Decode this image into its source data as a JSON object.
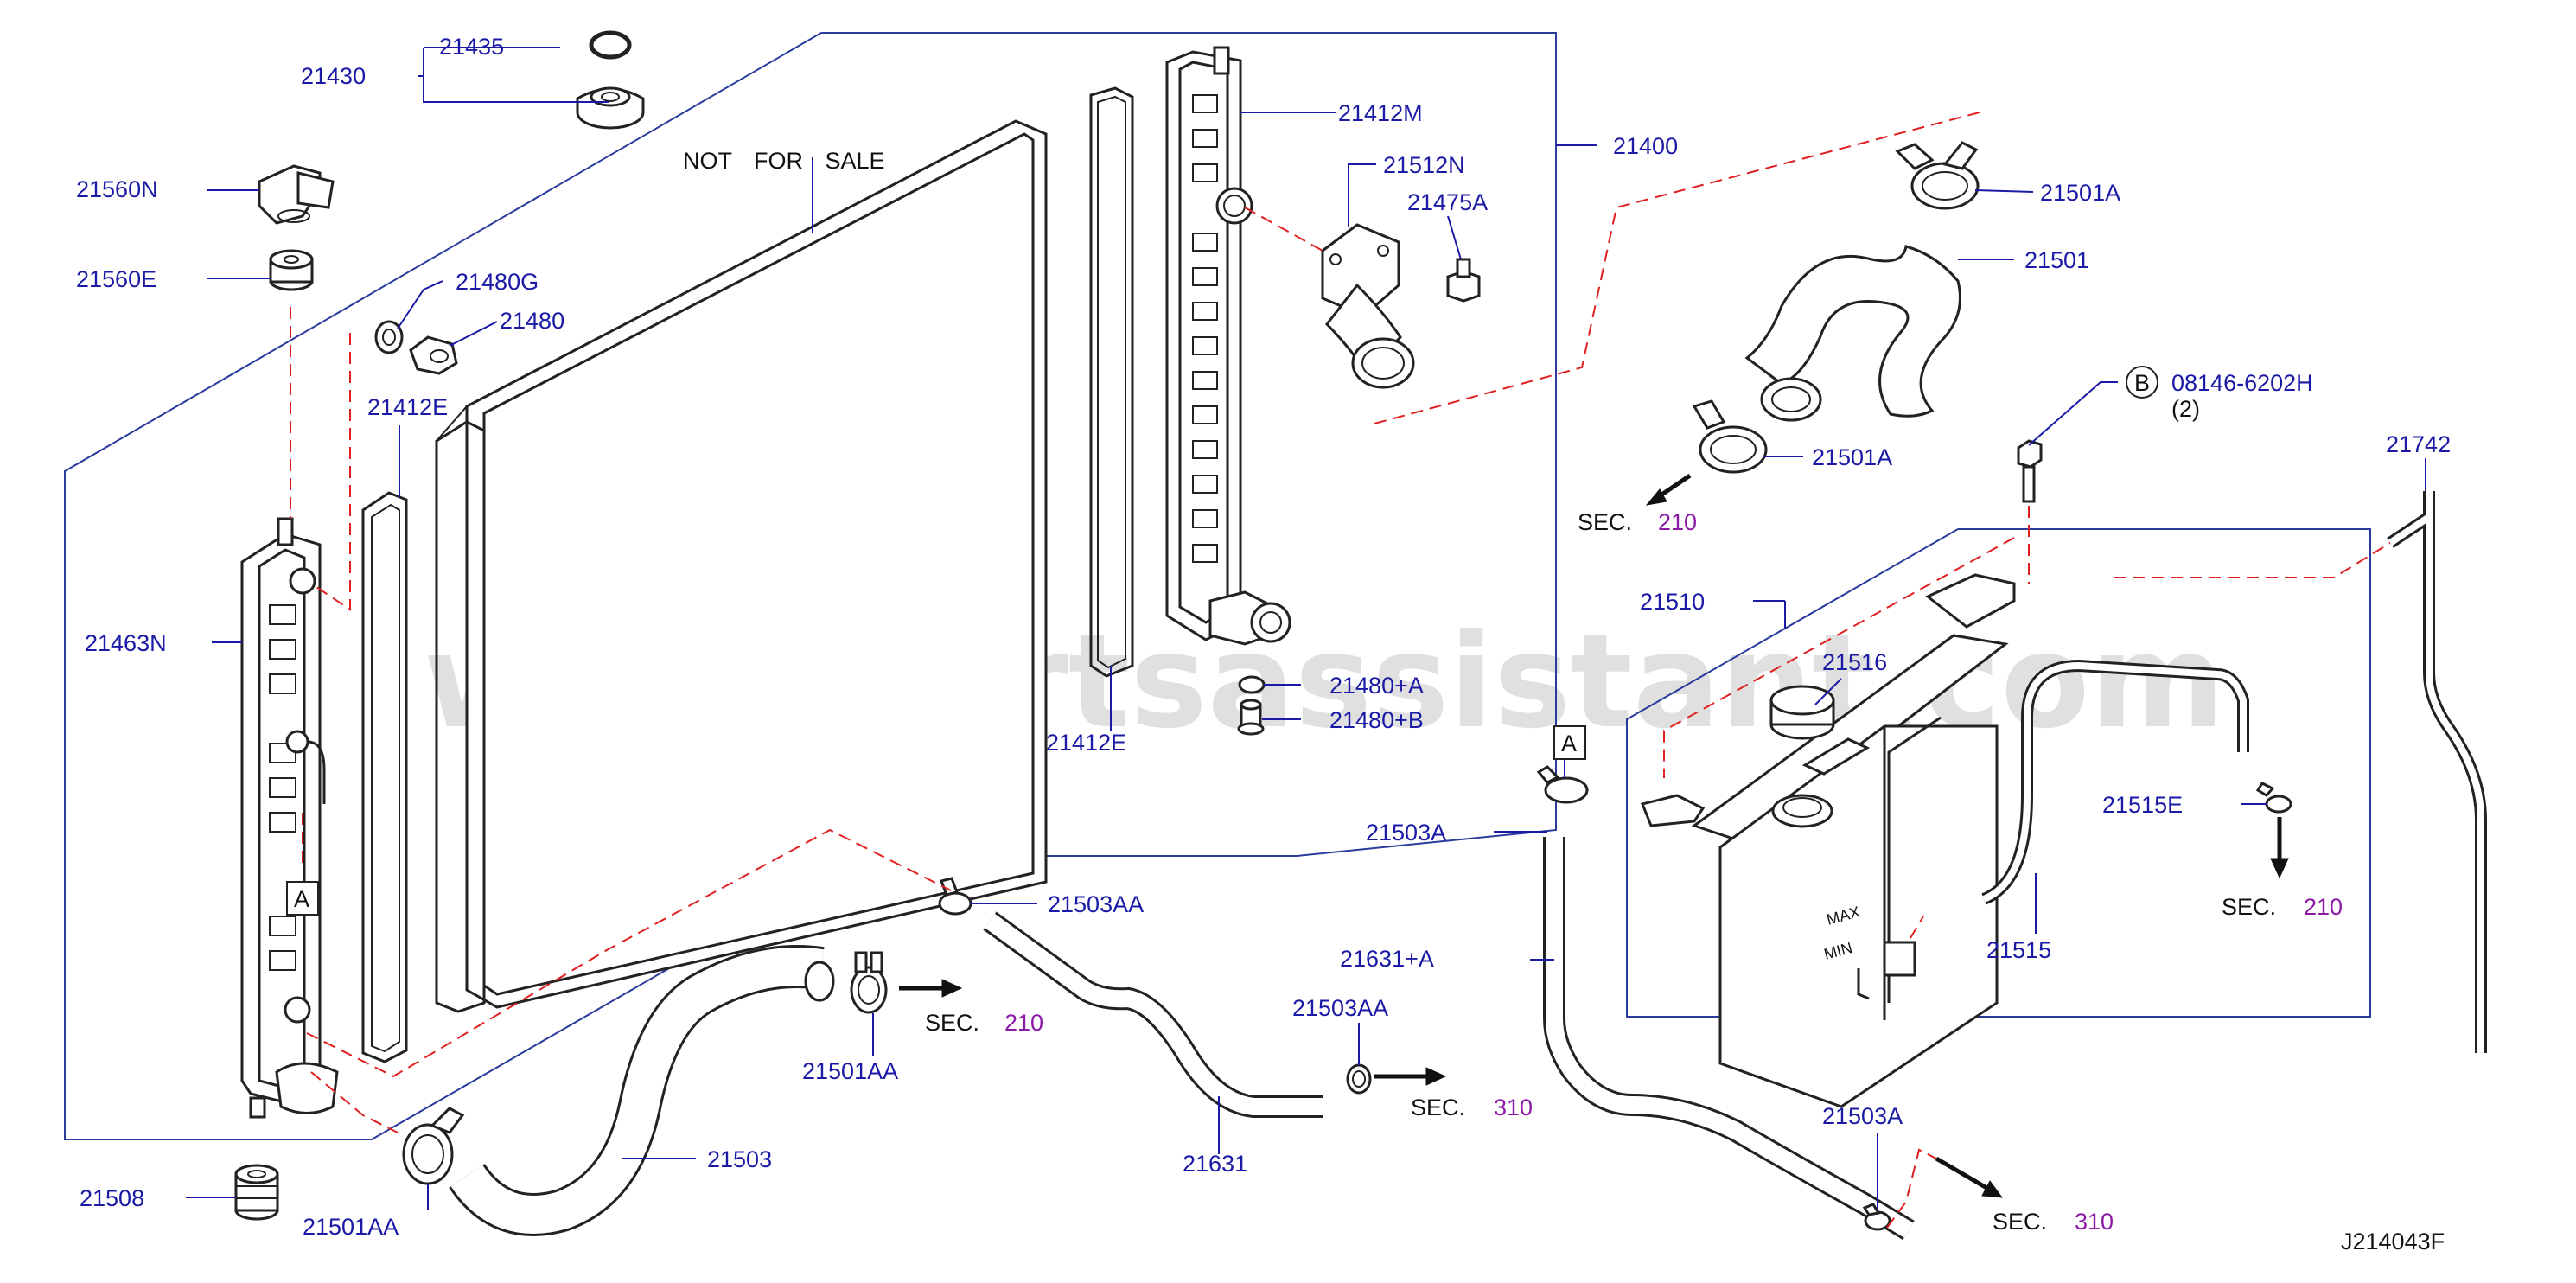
{
  "watermark": "www.partsassistant.com",
  "note": "NOT  FOR  SALE",
  "diagram_code": "J214043F",
  "labels": {
    "p21435": "21435",
    "p21430": "21430",
    "p21560N": "21560N",
    "p21560E": "21560E",
    "p21480G": "21480G",
    "p21480": "21480",
    "p21412E_left": "21412E",
    "p21463N": "21463N",
    "p21412M": "21412M",
    "p21512N": "21512N",
    "p21475A": "21475A",
    "p21400": "21400",
    "p21501A_top": "21501A",
    "p21501": "21501",
    "p21501A_mid": "21501A",
    "p08146": "08146-6202H",
    "p08146_qty": "(2)",
    "p21742": "21742",
    "p21510": "21510",
    "p21516": "21516",
    "p21515E": "21515E",
    "p21515": "21515",
    "p21480A": "21480+A",
    "p21480B": "21480+B",
    "p21412E_right": "21412E",
    "p21503A_top": "21503A",
    "p21503AA_top": "21503AA",
    "p21631A": "21631+A",
    "p21503AA_mid": "21503AA",
    "p21631": "21631",
    "p21501AA_mid": "21501AA",
    "p21503": "21503",
    "p21508": "21508",
    "p21501AA_bottom": "21501AA",
    "p21503A_bottom": "21503A"
  },
  "markers": {
    "a_left": "A",
    "a_right": "A",
    "b_circle": "B"
  },
  "sections": {
    "sec_label": "SEC.",
    "s210_mid": "210",
    "s210_right": "210",
    "s210_bottom": "210",
    "s310_mid": "310",
    "s310_right": "310"
  },
  "colors": {
    "label": "#1a1aa6",
    "leader": "#1a1aa6",
    "dashed_ref": "#e02020",
    "section_number": "#8a1aa6"
  }
}
